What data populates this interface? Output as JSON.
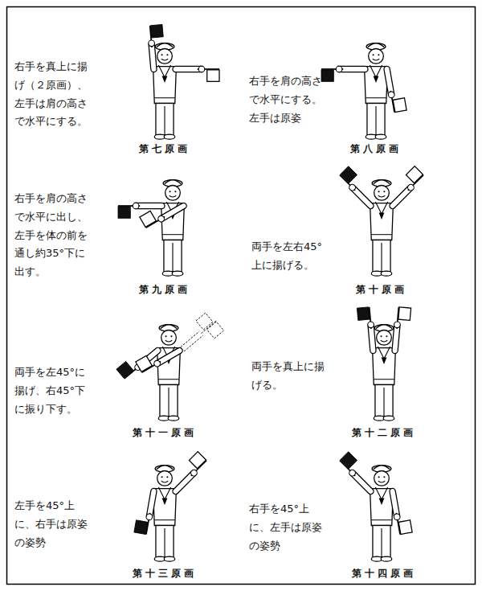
{
  "diagram": {
    "labels": [
      "右手を真上に揚げ（２原画）、左手は肩の高さで水平にする。",
      "第七原画",
      "右手を肩の高さで水平にする。左手は原姿",
      "第八原画",
      "右手を肩の高さで水平に出し、左手を体の前を通し約35°下に出す。",
      "第九原画",
      "両手を左右45°上に揚げる。",
      "第十原画",
      "両手を左45°に揚げ、右45°下に振り下す。",
      "第十一原画",
      "両手を真上に揚げる。",
      "第十二原画",
      "左手を45°上に、右手は原姿の姿勢",
      "第十三原画",
      "右手を45°上に、左手は原姿の姿勢",
      "第十四原画"
    ]
  }
}
